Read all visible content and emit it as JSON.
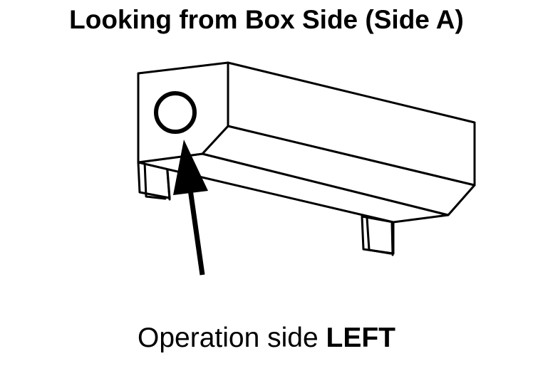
{
  "title": "Looking from Box Side (Side A)",
  "caption": {
    "prefix": "Operation side",
    "emphasis": "LEFT"
  },
  "colors": {
    "stroke": "#000000",
    "background": "#ffffff"
  }
}
